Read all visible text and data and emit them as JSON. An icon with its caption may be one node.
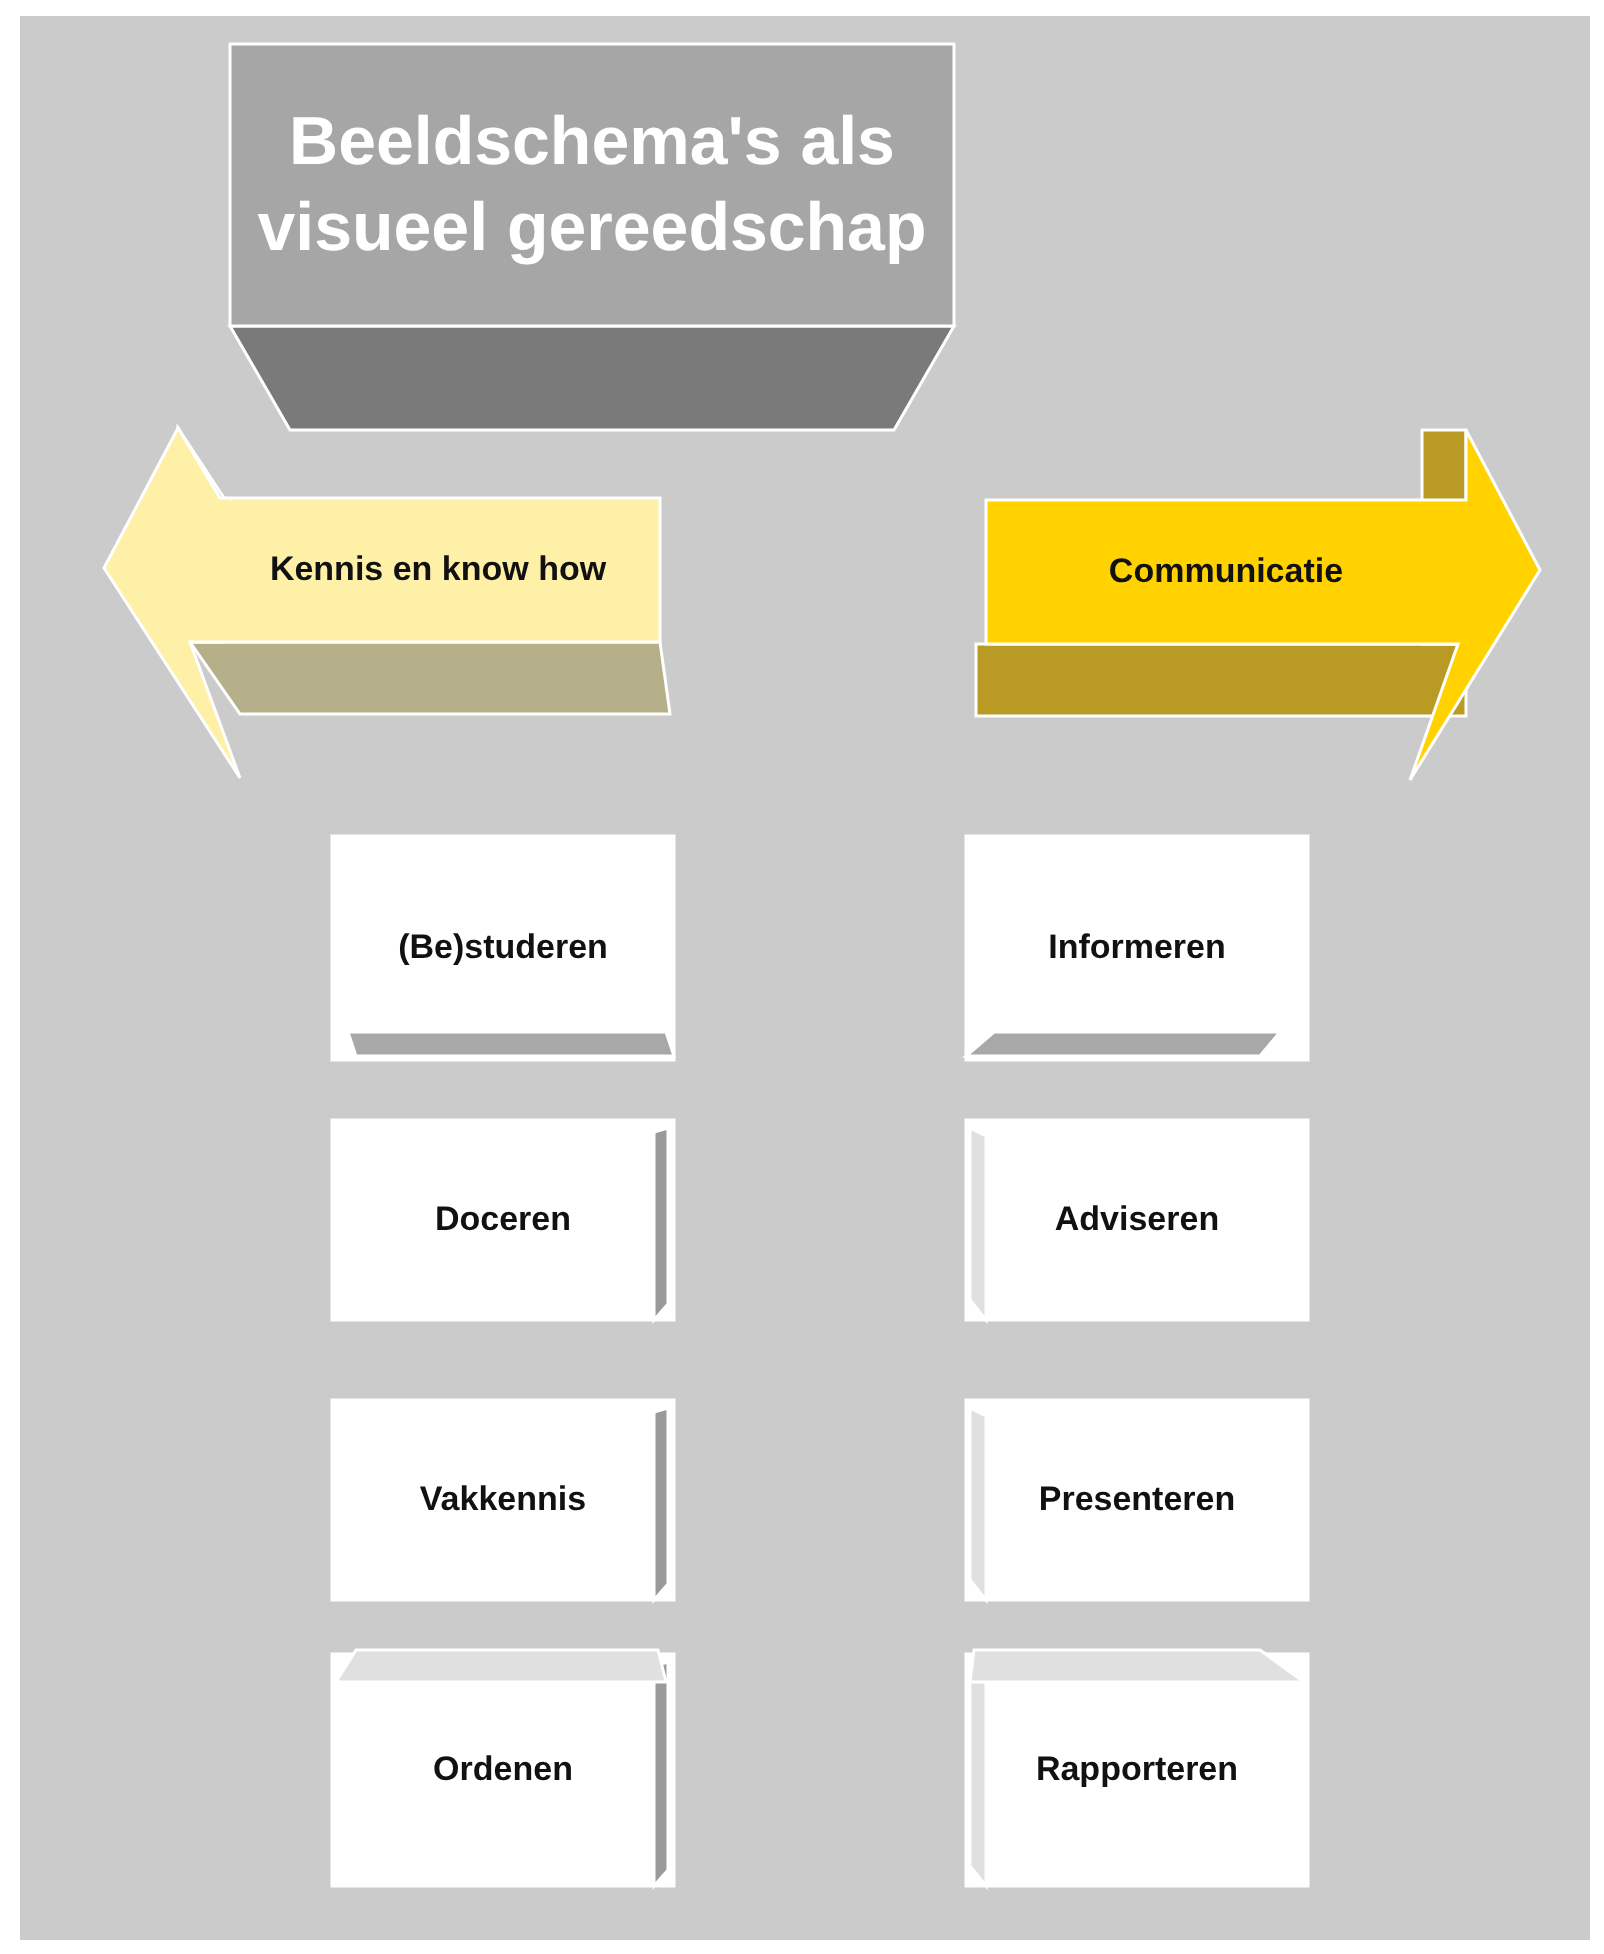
{
  "diagram": {
    "nodes": [
      {
        "text": [
          "Beeldschema's als visueel gereedschap"
        ]
      },
      {
        "text": [
          "Kennis en know how"
        ]
      },
      {
        "text": [
          "Communicatie"
        ]
      },
      {
        "text": [
          "(Be)studeren"
        ]
      },
      {
        "text": [
          "Doceren"
        ]
      },
      {
        "text": [
          "Vakkennis"
        ]
      },
      {
        "text": [
          "Ordenen"
        ]
      },
      {
        "text": [
          "Informeren"
        ]
      },
      {
        "text": [
          "Adviseren"
        ]
      },
      {
        "text": [
          "Presenteren"
        ]
      },
      {
        "text": [
          "Rapporteren"
        ]
      }
    ]
  }
}
